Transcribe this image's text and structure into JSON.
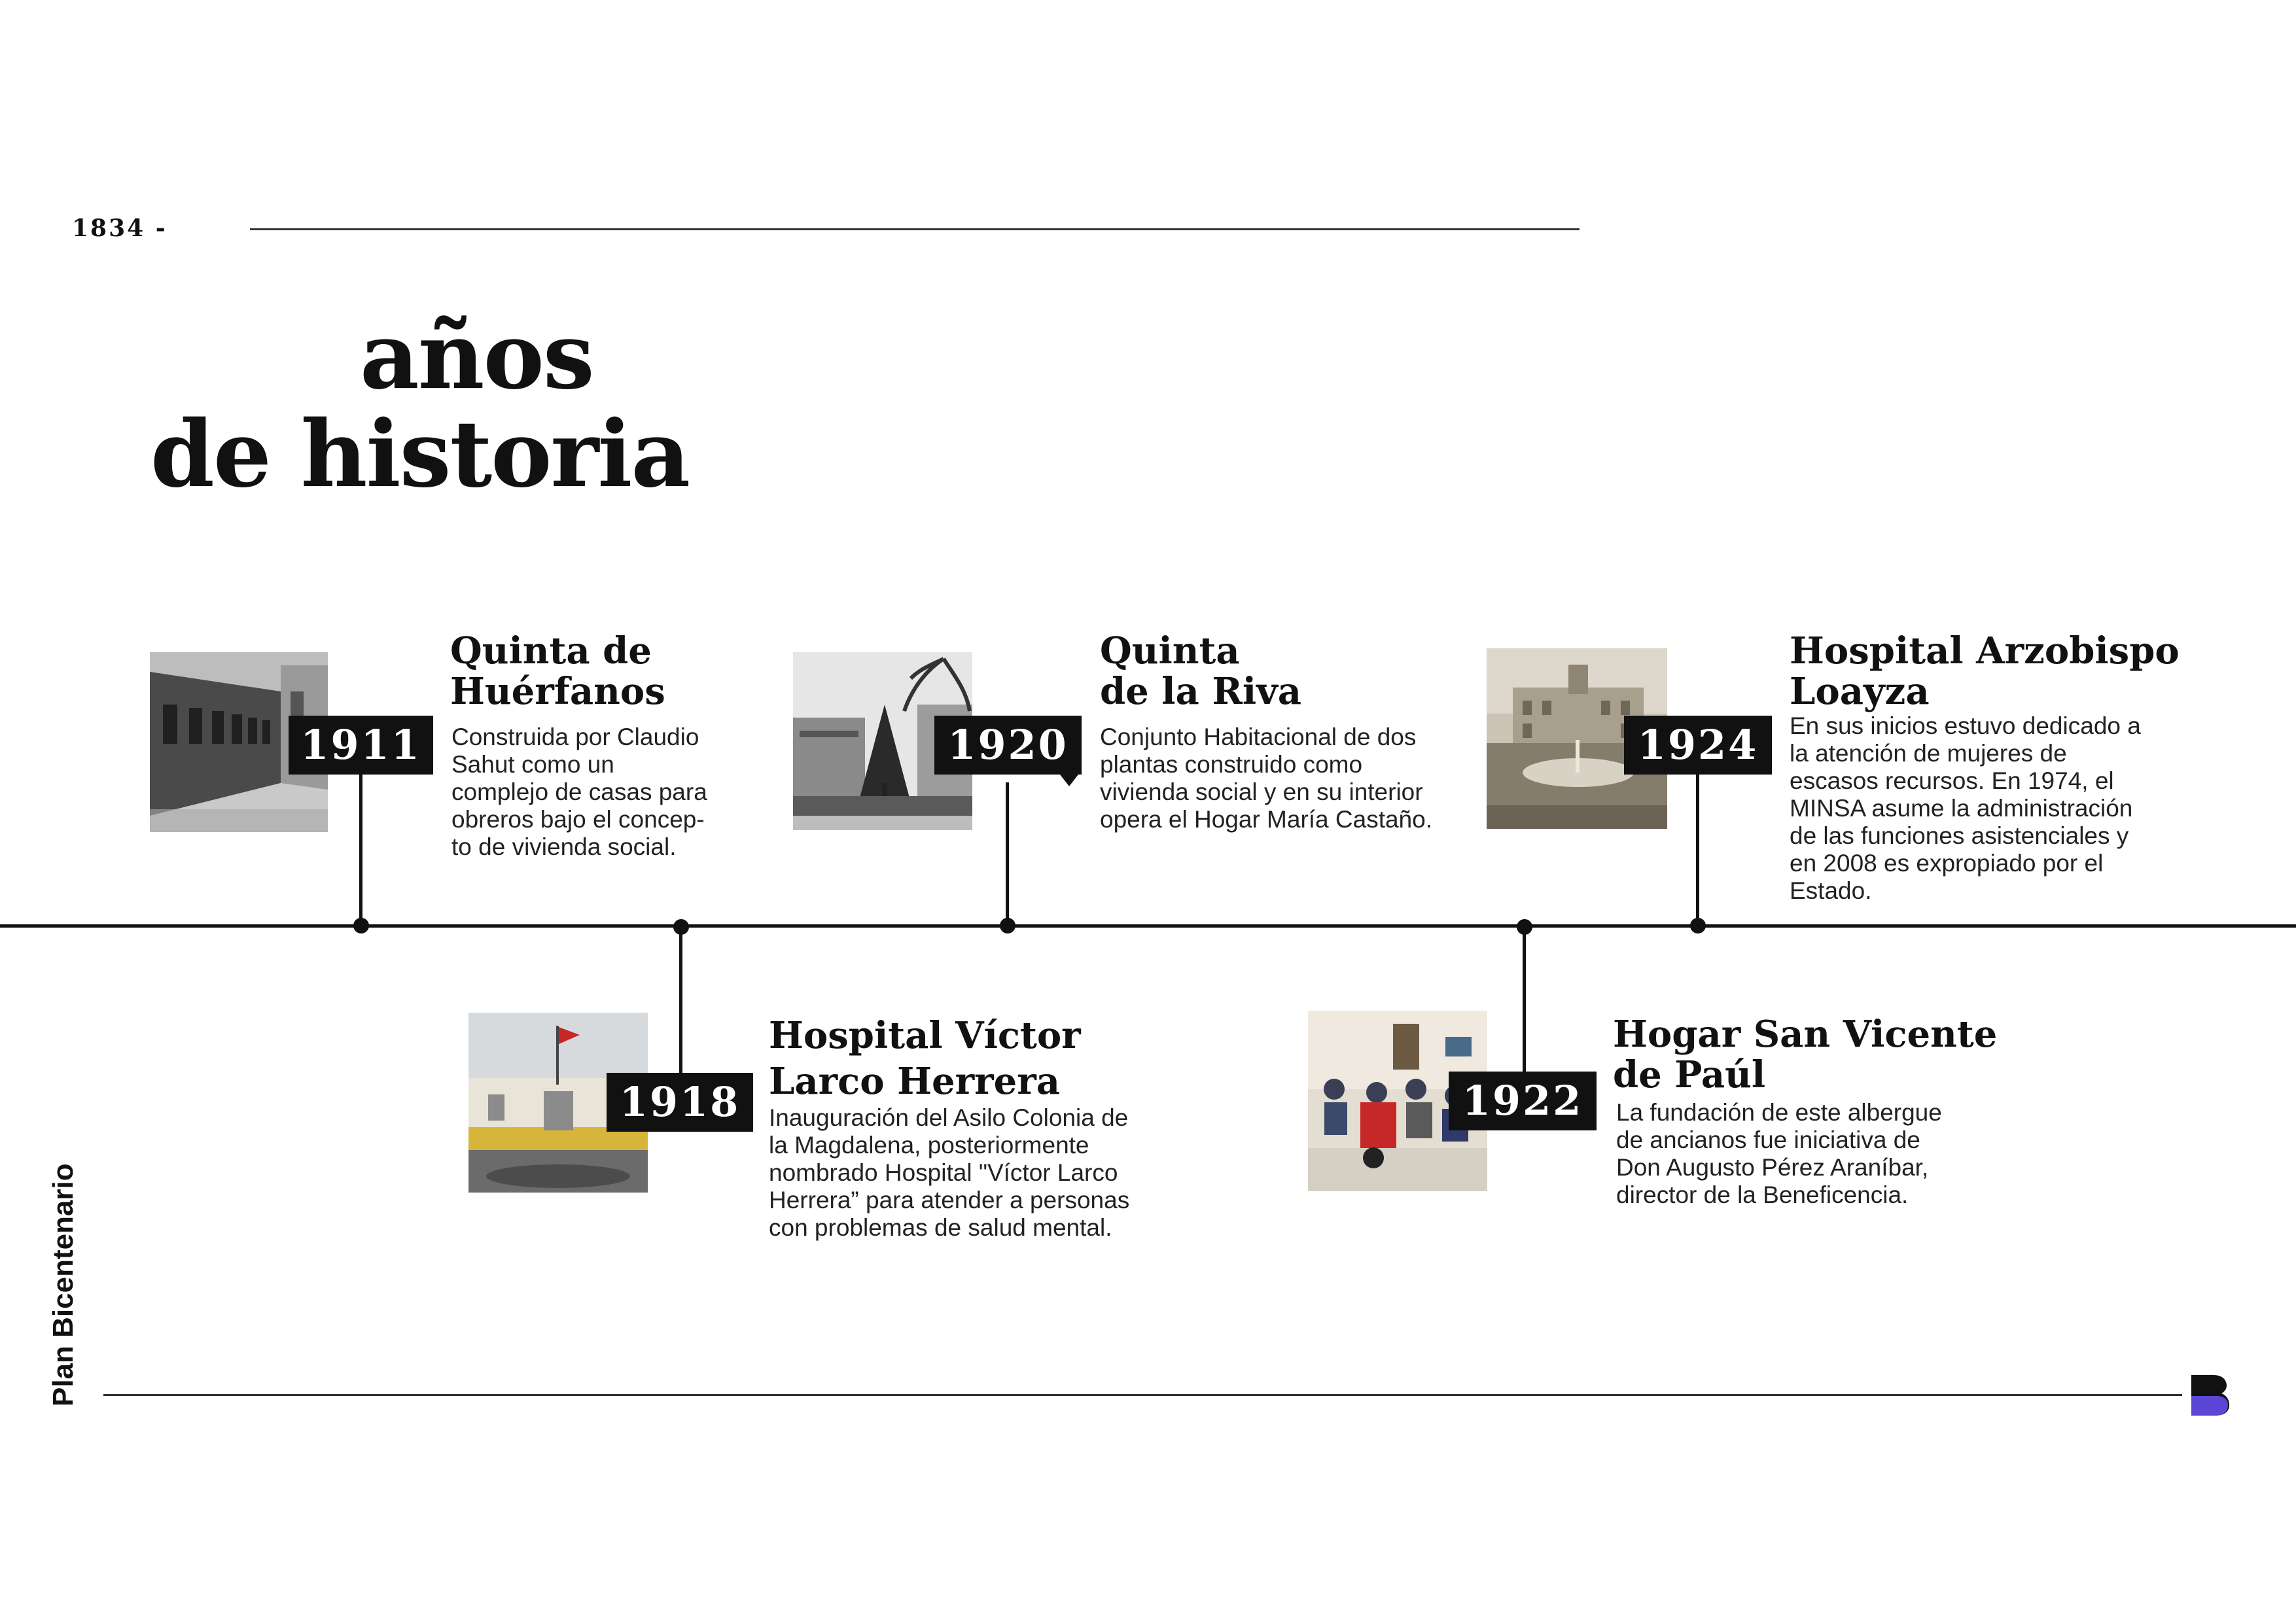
{
  "header": {
    "year_start": "1834 -"
  },
  "headline": {
    "line1": "años",
    "line2": "de historia"
  },
  "sidebar_label": "Plan Bicentenario",
  "events": {
    "e1911": {
      "year": "1911",
      "title_l1": "Quinta de",
      "title_l2": "Huérfanos",
      "desc": [
        "Construida por Claudio",
        "Sahut como un",
        "complejo de casas para",
        "obreros bajo el concep-",
        "to de vivienda social."
      ]
    },
    "e1920": {
      "year": "1920",
      "title_l1": "Quinta",
      "title_l2": "de la Riva",
      "desc": [
        "Conjunto Habitacional de dos",
        "plantas construido como",
        "vivienda social y en su interior",
        "opera el Hogar María Castaño."
      ]
    },
    "e1924": {
      "year": "1924",
      "title_l1": "Hospital Arzobispo",
      "title_l2": "Loayza",
      "desc": [
        "En sus inicios estuvo dedicado a",
        "la atención de mujeres de",
        "escasos recursos. En 1974, el",
        "MINSA asume la administración",
        "de las funciones asistenciales y",
        "en 2008 es expropiado por el",
        "Estado."
      ]
    },
    "e1918": {
      "year": "1918",
      "title_l1": "Hospital Víctor",
      "title_l2": "Larco Herrera",
      "desc": [
        "Inauguración del Asilo Colonia de",
        "la Magdalena, posteriormente",
        "nombrado Hospital \"Víctor Larco",
        "Herrera” para atender a personas",
        "con problemas de salud mental."
      ]
    },
    "e1922": {
      "year": "1922",
      "title_l1": "Hogar San Vicente",
      "title_l2": "de Paúl",
      "desc": [
        "La fundación de este albergue",
        "de ancianos fue iniciativa de",
        "Don Augusto Pérez Araníbar,",
        "director de la Beneficencia."
      ]
    }
  },
  "colors": {
    "accent": "#5b46d6",
    "ink": "#111111"
  },
  "icons": {
    "brand": "brand-b-logo"
  }
}
